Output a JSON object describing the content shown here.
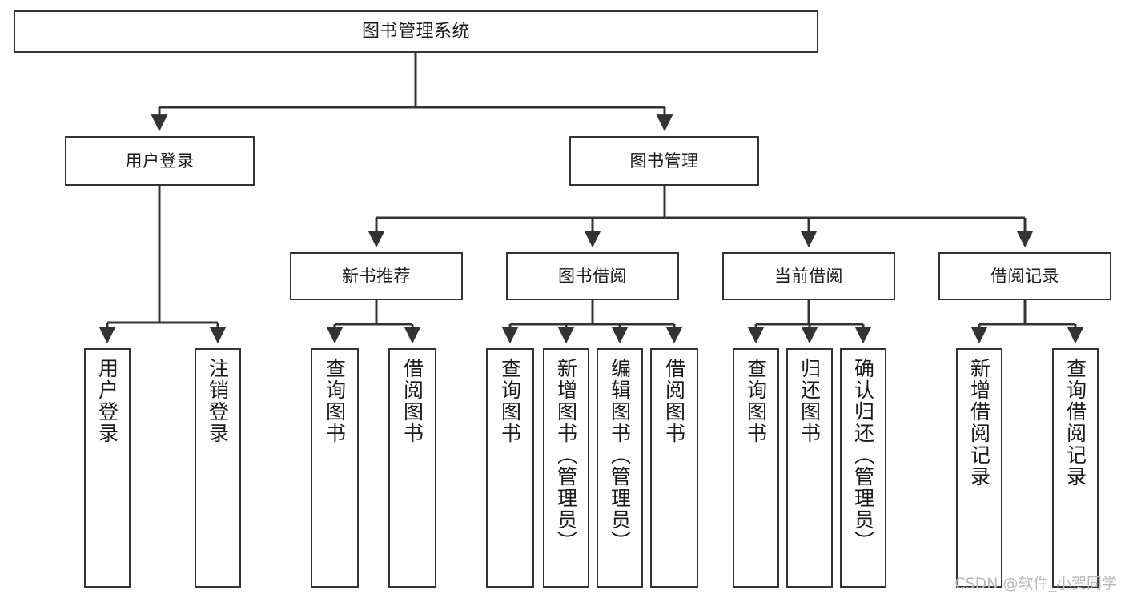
{
  "diagram": {
    "type": "tree-hierarchy",
    "title": "图书管理系统",
    "orientation": "top-down",
    "colors": {
      "background": "#ffffff",
      "box_border": "#333333",
      "box_fill": "#ffffff",
      "text": "#1a1a1a",
      "edge": "#333333",
      "watermark": "#b9b9b9"
    },
    "watermark": "CSDN @软件_小贺同学",
    "nodes": {
      "root": {
        "label": "图书管理系统",
        "level": 0
      },
      "l1": [
        {
          "id": "user-login",
          "label": "用户登录",
          "level": 1
        },
        {
          "id": "book-manage",
          "label": "图书管理",
          "level": 1
        }
      ],
      "l2": [
        {
          "id": "new-book-recommend",
          "label": "新书推荐",
          "level": 2,
          "parent": "book-manage"
        },
        {
          "id": "book-borrow",
          "label": "图书借阅",
          "level": 2,
          "parent": "book-manage"
        },
        {
          "id": "current-borrow",
          "label": "当前借阅",
          "level": 2,
          "parent": "book-manage"
        },
        {
          "id": "borrow-record",
          "label": "借阅记录",
          "level": 2,
          "parent": "book-manage"
        }
      ],
      "leaves": [
        {
          "id": "leaf-user-login",
          "label": "用户登录",
          "parent": "user-login"
        },
        {
          "id": "leaf-logout-login",
          "label": "注销登录",
          "parent": "user-login"
        },
        {
          "id": "leaf-query-book-1",
          "label": "查询图书",
          "parent": "new-book-recommend"
        },
        {
          "id": "leaf-borrow-book-1",
          "label": "借阅图书",
          "parent": "new-book-recommend"
        },
        {
          "id": "leaf-query-book-2",
          "label": "查询图书",
          "parent": "book-borrow"
        },
        {
          "id": "leaf-add-book",
          "label": "新增图书（管理员）",
          "parent": "book-borrow"
        },
        {
          "id": "leaf-edit-book",
          "label": "编辑图书（管理员）",
          "parent": "book-borrow"
        },
        {
          "id": "leaf-borrow-book-2",
          "label": "借阅图书",
          "parent": "book-borrow"
        },
        {
          "id": "leaf-query-book-3",
          "label": "查询图书",
          "parent": "current-borrow"
        },
        {
          "id": "leaf-return-book",
          "label": "归还图书",
          "parent": "current-borrow"
        },
        {
          "id": "leaf-confirm-return",
          "label": "确认归还（管理员）",
          "parent": "current-borrow"
        },
        {
          "id": "leaf-add-record",
          "label": "新增借阅记录",
          "parent": "borrow-record"
        },
        {
          "id": "leaf-query-record",
          "label": "查询借阅记录",
          "parent": "borrow-record"
        }
      ]
    }
  }
}
